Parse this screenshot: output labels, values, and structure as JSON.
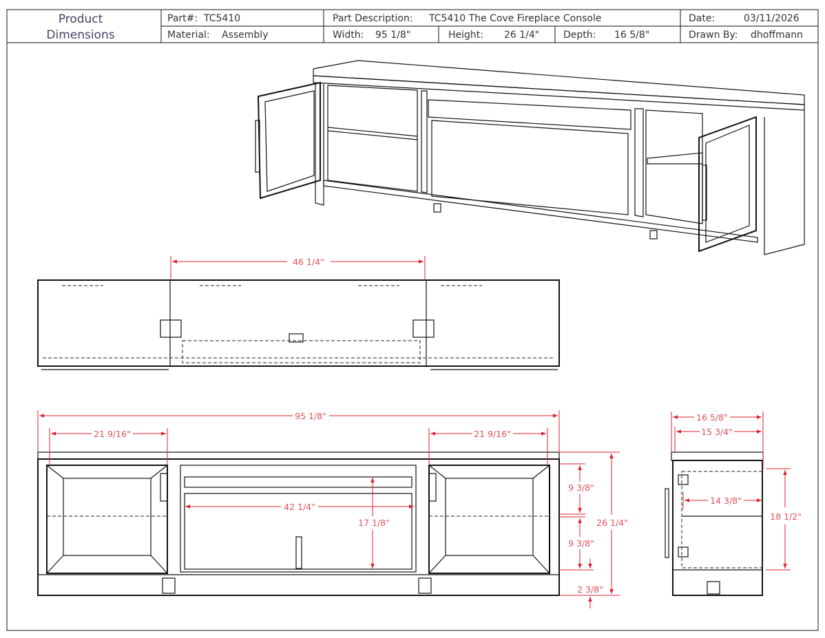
{
  "title_block": {
    "title_line1": "Product",
    "title_line2": "Dimensions",
    "part_label": "Part#:",
    "part_value": "TC5410",
    "description_label": "Part Description:",
    "description_value": "TC5410 The Cove Fireplace Console",
    "date_label": "Date:",
    "date_value": "03/11/2026",
    "material_label": "Material:",
    "material_value": "Assembly",
    "width_label": "Width:",
    "width_value": "95 1/8\"",
    "height_label": "Height:",
    "height_value": "26 1/4\"",
    "depth_label": "Depth:",
    "depth_value": "16 5/8\"",
    "drawn_by_label": "Drawn By:",
    "drawn_by_value": "dhoffmann"
  },
  "dimensions": {
    "top_center_width": "46 1/4\"",
    "overall_width": "95 1/8\"",
    "left_door_width": "21 9/16\"",
    "right_door_width": "21 9/16\"",
    "firebox_width": "42 1/4\"",
    "firebox_height": "17 1/8\"",
    "upper_shelf_height": "9 3/8\"",
    "lower_shelf_height": "9 3/8\"",
    "overall_height": "26 1/4\"",
    "base_height": "2 3/8\"",
    "overall_depth": "16 5/8\"",
    "body_depth": "15 3/4\"",
    "interior_depth": "14 3/8\"",
    "side_interior_height": "18 1/2\""
  },
  "colors": {
    "dimension": "#e0202c",
    "line": "#111111"
  }
}
